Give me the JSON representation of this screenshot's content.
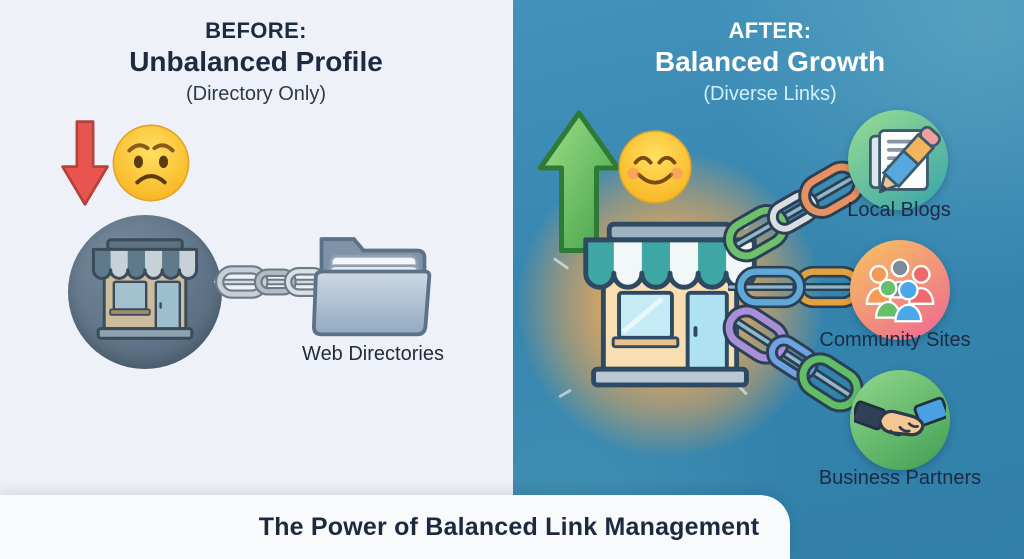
{
  "panels": {
    "before": {
      "heading_kicker": "BEFORE:",
      "heading": "Unbalanced Profile",
      "subheading": "(Directory Only)",
      "trend_icon": "down-arrow-icon",
      "mood_icon": "worried-face-icon",
      "store_icon": "storefront-icon",
      "chain_icon": "chain-icon",
      "target": {
        "label": "Web Directories",
        "icon": "folder-icon"
      }
    },
    "after": {
      "heading_kicker": "AFTER:",
      "heading": "Balanced Growth",
      "subheading": "(Diverse Links)",
      "trend_icon": "up-arrow-icon",
      "mood_icon": "smiling-face-icon",
      "store_icon": "storefront-icon",
      "link_targets": [
        {
          "label": "Local Blogs",
          "icon": "document-pen-icon",
          "chain_colors": [
            "#6fc06d",
            "#d9dee3",
            "#e89160"
          ]
        },
        {
          "label": "Community Sites",
          "icon": "people-group-icon",
          "chain_colors": [
            "#5fa8d8",
            "#e2a23e"
          ]
        },
        {
          "label": "Business Partners",
          "icon": "handshake-icon",
          "chain_colors": [
            "#a88fd8",
            "#6fa3e0",
            "#63bd66"
          ]
        }
      ]
    }
  },
  "footer": {
    "title": "The Power of Balanced Link Management"
  },
  "colors": {
    "before_bg": "#eef2f8",
    "after_bg": "#3585af",
    "heading_navy": "#1d2b42",
    "after_heading_white": "#ffffff",
    "after_subheading": "#d2f0f9",
    "label_navy": "#1c2a42",
    "down_arrow_red": "#e85550",
    "up_arrow_green": "#55b54e",
    "glow_orange": "#f5a653",
    "gray_circle": "#64798c",
    "chain_gray": "#c6cfd7",
    "badge_blogs_gradient": [
      "#93d894",
      "#3fa9a8"
    ],
    "badge_community_gradient": [
      "#f6bc62",
      "#ee6f90"
    ],
    "badge_partners_gradient": [
      "#8ad389",
      "#49a457"
    ],
    "footer_bg": "#f8fafc"
  }
}
